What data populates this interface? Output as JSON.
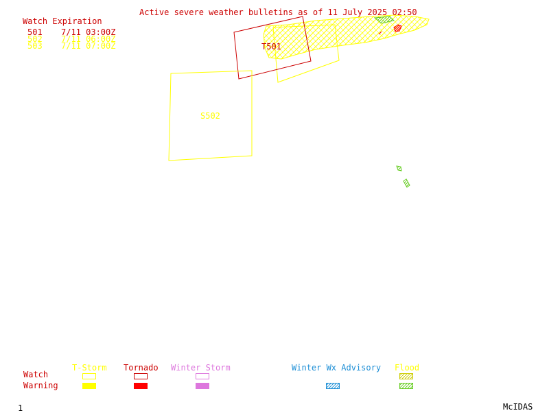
{
  "title": "Active severe weather bulletins as of 11 July 2025 02:50",
  "watch_expiration": {
    "heading": "Watch Expiration",
    "rows": [
      {
        "id": "501",
        "time": "7/11 03:00Z"
      },
      {
        "id": "502",
        "time": "7/11 06:00Z"
      },
      {
        "id": "503",
        "time": "7/11 07:00Z"
      }
    ]
  },
  "watch_labels": {
    "t501": "T501",
    "s502": "S502"
  },
  "legend": {
    "row_watch": "Watch",
    "row_warning": "Warning",
    "columns": [
      {
        "key": "tstorm",
        "label": "T-Storm"
      },
      {
        "key": "tornado",
        "label": "Tornado"
      },
      {
        "key": "winter_storm",
        "label": "Winter Storm"
      },
      {
        "key": "winter_advisory",
        "label": "Winter Wx Advisory"
      },
      {
        "key": "flood",
        "label": "Flood"
      }
    ]
  },
  "footer": {
    "frame_number": "1",
    "brand": "McIDAS"
  },
  "colors": {
    "text_red": "#cc0000",
    "tstorm": "#ffff00",
    "tornado": "#ff0000",
    "tornado_watch": "#cc0000",
    "winter_storm": "#dd77dd",
    "winter_advisory": "#1e8fd6",
    "flood": "#66cc22",
    "flood_watch": "#cccc00"
  }
}
